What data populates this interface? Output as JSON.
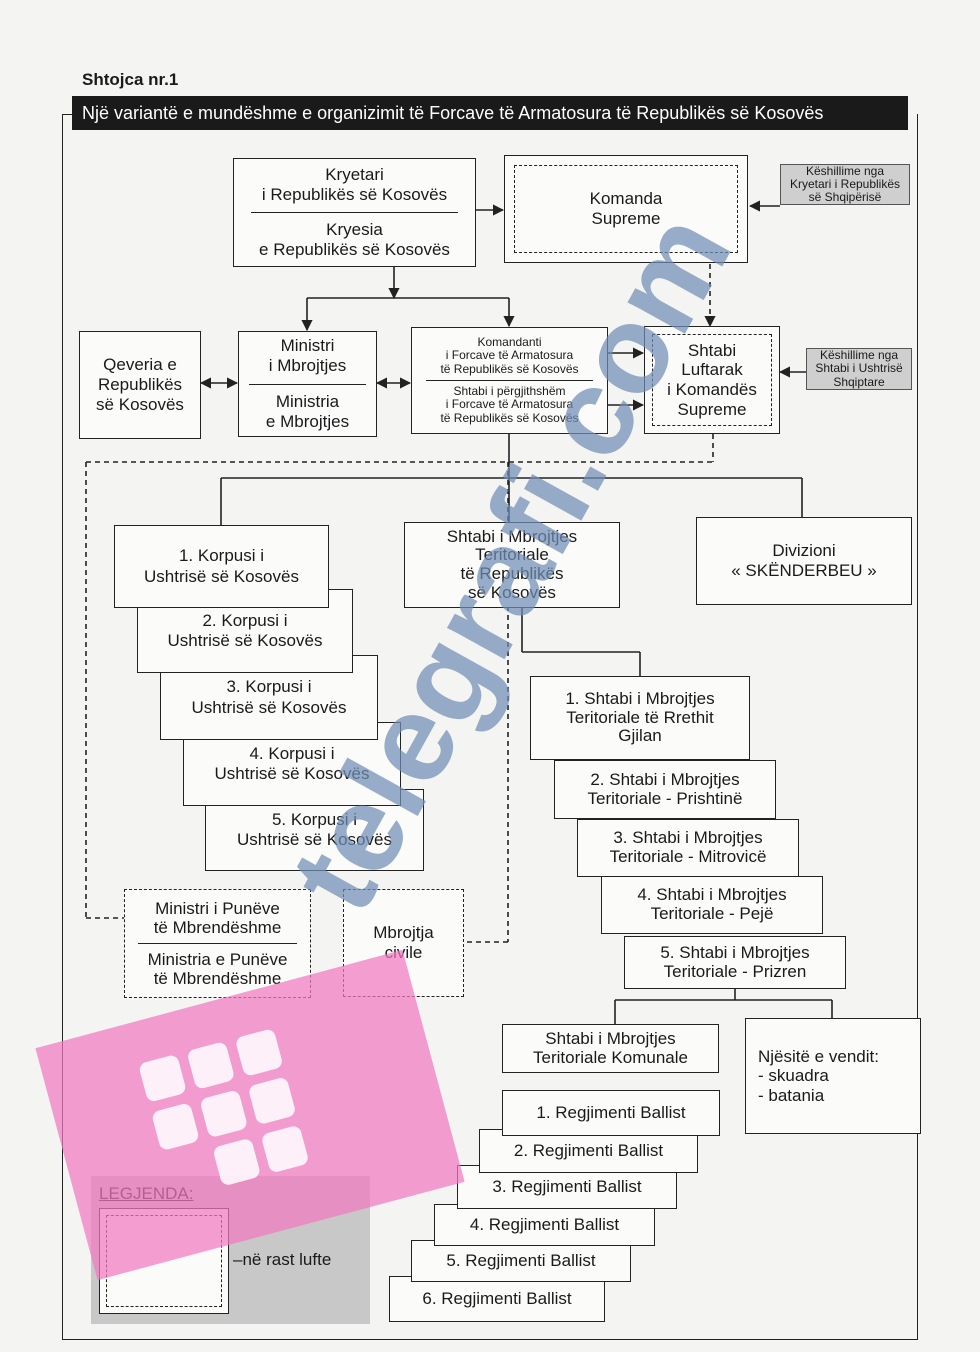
{
  "header": {
    "appendix": "Shtojca nr.1",
    "title": "Një variantë e mundëshme e organizimit të Forcave të Armatosura të Republikës së Kosovës"
  },
  "president": {
    "line1": "Kryetari",
    "line2": "i Republikës së Kosovës",
    "line3": "Kryesia",
    "line4": "e Republikës së Kosovës"
  },
  "supreme_command": {
    "line1": "Komanda",
    "line2": "Supreme"
  },
  "advice_albania_president": {
    "line1": "Këshillime nga",
    "line2": "Kryetari i Republikës",
    "line3": "së Shqipërisë"
  },
  "government": {
    "line1": "Qeveria e",
    "line2": "Republikës",
    "line3": "së Kosovës"
  },
  "defense_minister": {
    "line1": "Ministri",
    "line2": "i Mbrojtjes",
    "line3": "Ministria",
    "line4": "e Mbrojtjes"
  },
  "armed_forces_commander": {
    "line1": "Komandanti",
    "line2": "i Forcave të Armatosura",
    "line3": "të Republikës së Kosovës",
    "line4": "Shtabi i përgjithshëm",
    "line5": "i Forcave të Armatosura",
    "line6": "të Republikës së Kosovës"
  },
  "war_staff": {
    "line1": "Shtabi",
    "line2": "Luftarak",
    "line3": "i Komandës",
    "line4": "Supreme"
  },
  "advice_albania_army": {
    "line1": "Këshillime nga",
    "line2": "Shtabi i Ushtrisë",
    "line3": "Shqiptare"
  },
  "corps": [
    {
      "line1": "1. Korpusi i",
      "line2": "Ushtrisë së Kosovës"
    },
    {
      "line1": "2. Korpusi i",
      "line2": "Ushtrisë së Kosovës"
    },
    {
      "line1": "3. Korpusi i",
      "line2": "Ushtrisë së Kosovës"
    },
    {
      "line1": "4. Korpusi i",
      "line2": "Ushtrisë së Kosovës"
    },
    {
      "line1": "5. Korpusi i",
      "line2": "Ushtrisë së Kosovës"
    }
  ],
  "territorial_defense": {
    "line1": "Shtabi i Mbrojtjes",
    "line2": "Teritoriale",
    "line3": "të Republikës",
    "line4": "së Kosovës"
  },
  "division": {
    "line1": "Divizioni",
    "line2": "« SKËNDERBEU »"
  },
  "regional_staffs": [
    {
      "line1": "1. Shtabi i Mbrojtjes",
      "line2": "Teritoriale të Rrethit",
      "line3": "Gjilan"
    },
    {
      "line1": "2. Shtabi i Mbrojtjes",
      "line2": "Teritoriale - Prishtinë"
    },
    {
      "line1": "3. Shtabi i Mbrojtjes",
      "line2": "Teritoriale - Mitrovicë"
    },
    {
      "line1": "4. Shtabi i Mbrojtjes",
      "line2": "Teritoriale - Pejë"
    },
    {
      "line1": "5. Shtabi i Mbrojtjes",
      "line2": "Teritoriale - Prizren"
    }
  ],
  "interior_minister": {
    "line1": "Ministri i Punëve",
    "line2": "të Mbrendëshme",
    "line3": "Ministria e Punëve",
    "line4": "të Mbrendëshme"
  },
  "civil_defense": {
    "line1": "Mbrojtja",
    "line2": "civile"
  },
  "municipal_staff": {
    "line1": "Shtabi i Mbrojtjes",
    "line2": "Teritoriale Komunale"
  },
  "local_units": {
    "line1": "Njësitë e vendit:",
    "line2": "- skuadra",
    "line3": "- batania"
  },
  "regiments": [
    "1. Regjimenti Ballist",
    "2. Regjimenti Ballist",
    "3. Regjimenti Ballist",
    "4. Regjimenti Ballist",
    "5. Regjimenti Ballist",
    "6. Regjimenti Ballist"
  ],
  "legend": {
    "title": "LEGJENDA:",
    "description": "–në rast lufte"
  },
  "watermark": {
    "text": "telegrafi.com",
    "color": "#6f8eb4",
    "logo_color": "#f178c0"
  }
}
